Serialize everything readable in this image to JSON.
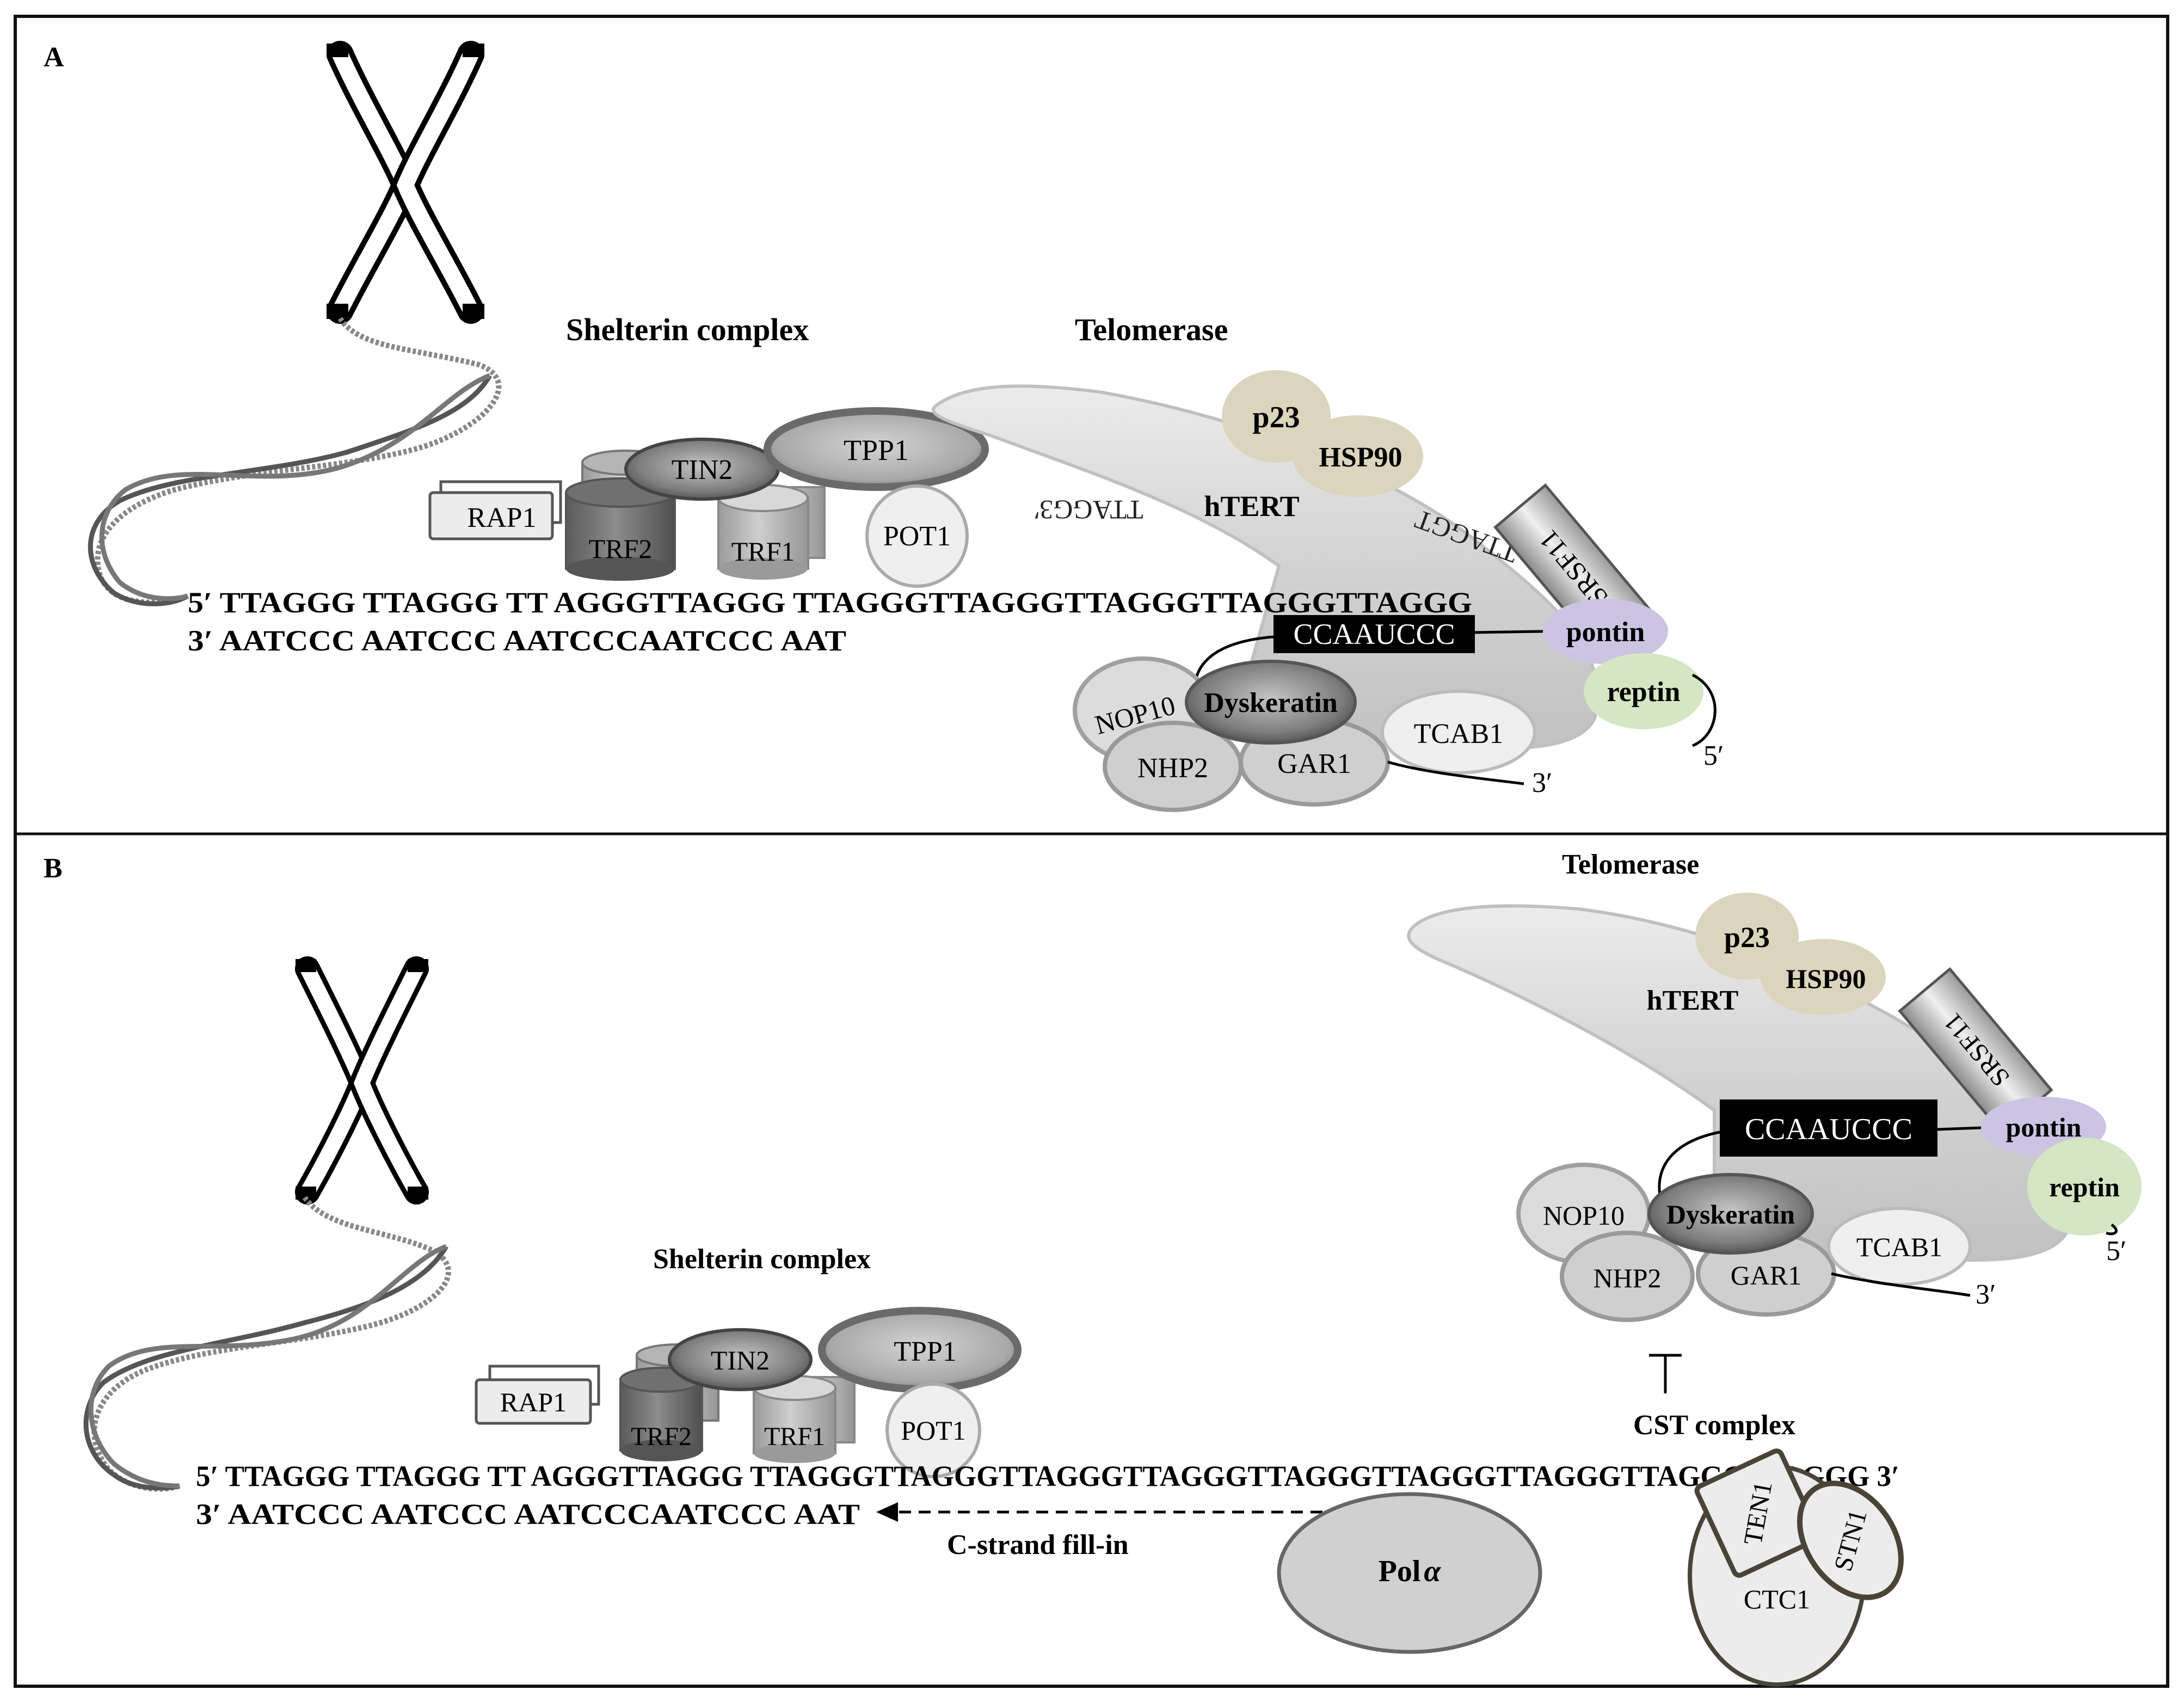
{
  "panelA": {
    "label": "A",
    "shelterin_title": "Shelterin complex",
    "telomerase_title": "Telomerase",
    "proteins": {
      "rap1": "RAP1",
      "trf2": "TRF2",
      "tin2": "TIN2",
      "trf1": "TRF1",
      "tpp1": "TPP1",
      "pot1": "POT1",
      "hsp90": "HSP90",
      "p23": "p23",
      "htert": "hTERT",
      "srsf11": "SRSF11",
      "pontin": "pontin",
      "reptin": "reptin",
      "dyskeratin": "Dyskeratin",
      "nop10": "NOP10",
      "nhp2": "NHP2",
      "gar1": "GAR1",
      "tcab1": "TCAB1"
    },
    "template": "CCAAUCCC",
    "top_strand": "5′ TTAGGG TTAGGG TT AGGGTTAGGG TTAGGGTTAGGGTTAGGGTTAGGGTTAGGG",
    "bottom_strand": "3′ AATCCC AATCCC AATCCCAATCCC AAT",
    "mirrored_a": "TTAGG3′",
    "mirrored_b": "TTAGGT",
    "rna_5": "5′",
    "rna_3": "3′"
  },
  "panelB": {
    "label": "B",
    "shelterin_title": "Shelterin complex",
    "telomerase_title": "Telomerase",
    "proteins": {
      "rap1": "RAP1",
      "trf2": "TRF2",
      "tin2": "TIN2",
      "trf1": "TRF1",
      "tpp1": "TPP1",
      "pot1": "POT1",
      "hsp90": "HSP90",
      "p23": "p23",
      "htert": "hTERT",
      "srsf11": "SRSF11",
      "pontin": "pontin",
      "reptin": "reptin",
      "dyskeratin": "Dyskeratin",
      "nop10": "NOP10",
      "nhp2": "NHP2",
      "gar1": "GAR1",
      "tcab1": "TCAB1",
      "ten1": "TEN1",
      "stn1": "STN1",
      "ctc1": "CTC1"
    },
    "template": "CCAAUCCC",
    "top_strand": "5′ TTAGGG TTAGGG TT AGGGTTAGGG TTAGGGTTAGGGTTAGGGTTAGGGTTAGGGTTAGGGTTAGGGTTAGGGTTAGGG 3′",
    "bottom_strand": "3′ AATCCC AATCCC AATCCCAATCCC AAT",
    "cst_title": "CST complex",
    "fill_in": "C-strand fill-in",
    "pol_name": "Pol",
    "pol_greek": "α",
    "rna_5": "5′",
    "rna_3": "3′"
  },
  "colors": {
    "frame": "#111111",
    "protein_beige": "#d9d3bb",
    "pontin_lavender": "#cbc4e2",
    "reptin_green": "#d5e6c4",
    "htert_gray": "#d6d6d6",
    "template_box": "#000000",
    "cst_outline": "#4a4438"
  }
}
